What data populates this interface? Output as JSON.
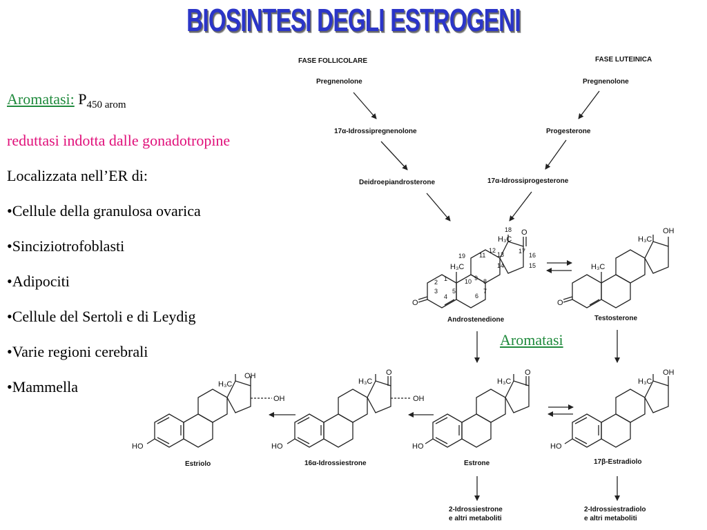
{
  "title": "BIOSINTESI DEGLI ESTROGENI",
  "left": {
    "aromatasi_label": "Aromatasi:",
    "p450_main": "P",
    "p450_sub": "450 arom",
    "reduttasi": "reduttasi indotta dalle gonadotropine",
    "localizzata": "Localizzata nell’ER di:",
    "items": [
      "•Cellule della granulosa ovarica",
      "•Sinciziotrofoblasti",
      "•Adipociti",
      "•Cellule del Sertoli e di Leydig",
      "•Varie regioni cerebrali",
      "•Mammella"
    ]
  },
  "diagram": {
    "fase_follicolare": "FASE FOLLICOLARE",
    "fase_luteinica": "FASE LUTEINICA",
    "pregnenolone_left": "Pregnenolone",
    "pregnenolone_right": "Pregnenolone",
    "idrossipregnenolone": "17α-Idrossipregnenolone",
    "progesterone": "Progesterone",
    "deidroepiandrosterone": "Deidroepiandrosterone",
    "idrossiprogesterone": "17α-Idrossiprogesterone",
    "androstenedione": "Androstenedione",
    "testosterone": "Testosterone",
    "aromatasi": "Aromatasi",
    "estriolo": "Estriolo",
    "idrossiestrone": "16α-Idrossiestrone",
    "estrone": "Estrone",
    "estradiolo": "17β-Estradiolo",
    "metaboliti_estrone_1": "2-Idrossiestrone",
    "metaboliti_estrone_2": "e altri metaboliti",
    "metaboliti_estradiolo_1": "2-Idrossiestradiolo",
    "metaboliti_estradiolo_2": "e altri metaboliti",
    "atoms": {
      "h3c": "H₃C",
      "oh": "OH",
      "o": "O",
      "ho": "HO",
      "dashed_oh": "OH"
    },
    "ring_numbers": [
      "1",
      "2",
      "3",
      "4",
      "5",
      "6",
      "7",
      "8",
      "9",
      "10",
      "11",
      "12",
      "13",
      "14",
      "15",
      "16",
      "17",
      "18",
      "19"
    ]
  },
  "colors": {
    "title": "#2b35c8",
    "green": "#1f8a3c",
    "magenta": "#e0107a"
  }
}
